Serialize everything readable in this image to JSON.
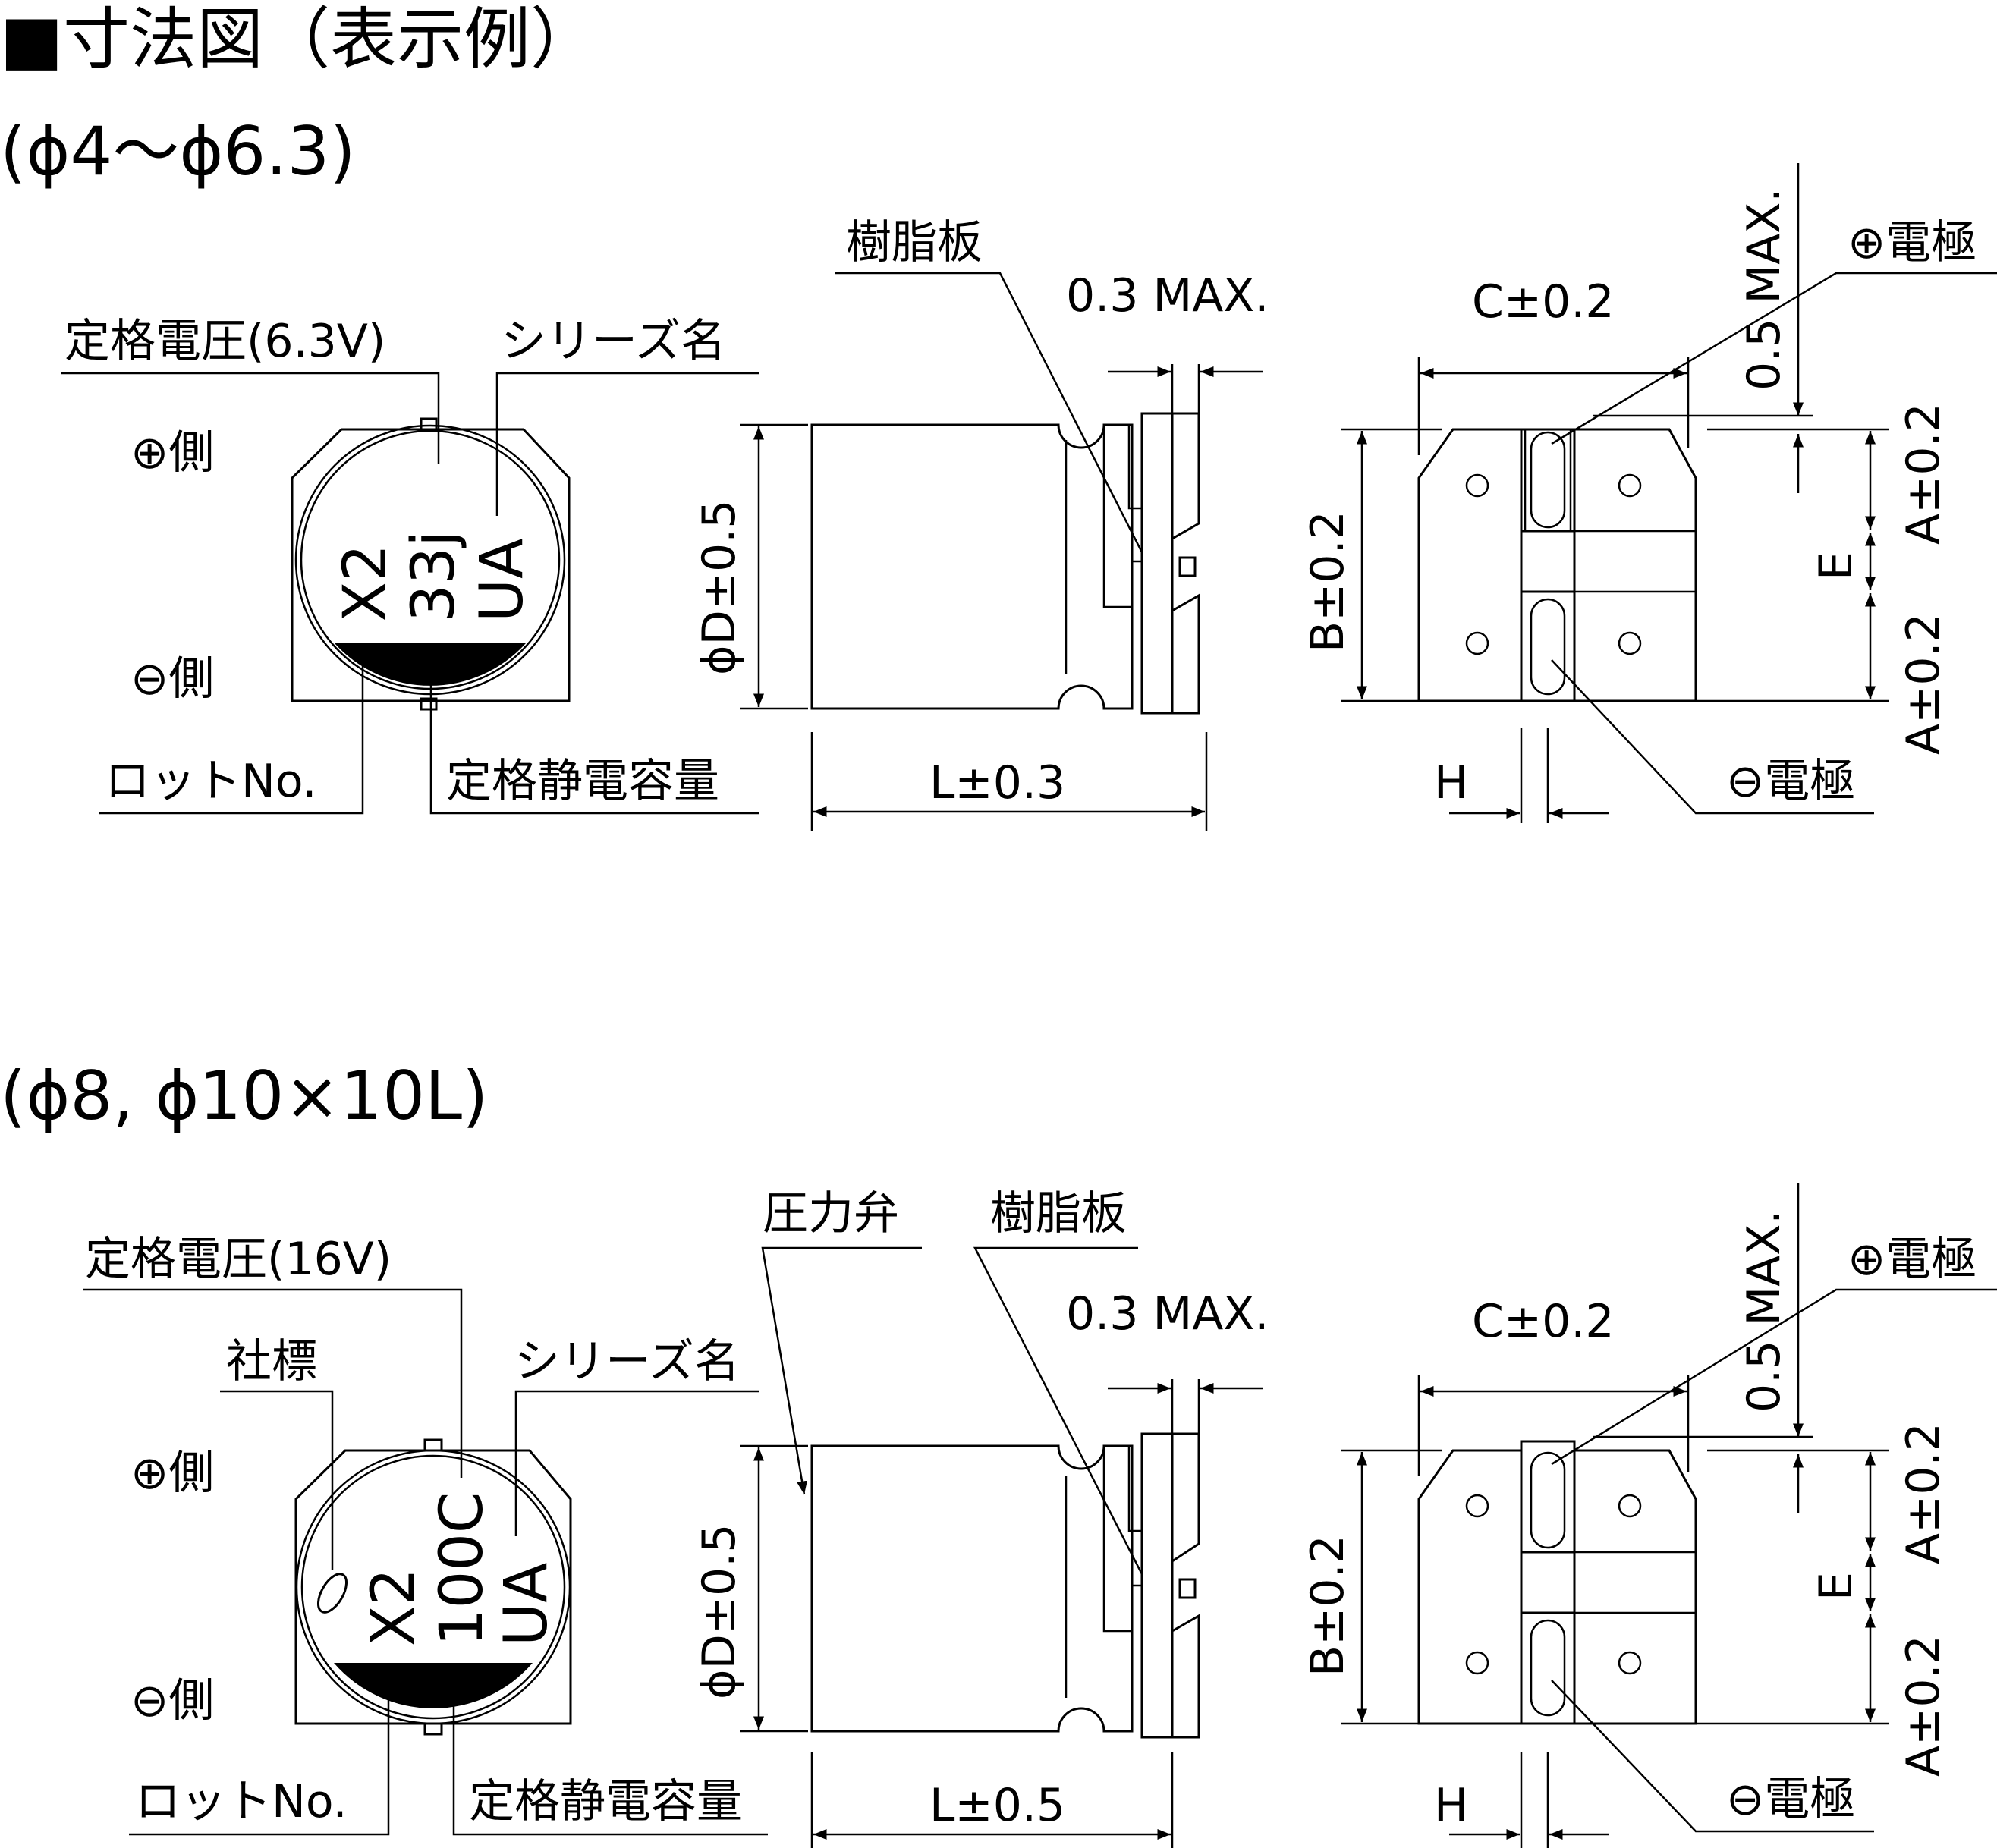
{
  "title": "■寸法図（表示例）",
  "top": {
    "heading": "(ϕ4〜ϕ6.3)",
    "labels": {
      "rated_voltage": "定格電圧(6.3V)",
      "series_name": "シリーズ名",
      "plus_side": "⊕側",
      "minus_side": "⊖側",
      "lot_no": "ロットNo.",
      "capacitance": "定格静電容量",
      "marking_1": "X2",
      "marking_2": "33j",
      "marking_3": "UA",
      "resin_plate": "樹脂板",
      "max_03": "0.3 MAX.",
      "dia": "ϕD±0.5",
      "length": "L±0.3",
      "c_dim": "C±0.2",
      "b_dim": "B±0.2",
      "h_dim": "H",
      "max_05": "0.5 MAX.",
      "plus_electrode": "⊕電極",
      "minus_electrode": "⊖電極",
      "a_dim_1": "A±0.2",
      "a_dim_2": "A±0.2",
      "e_dim": "E"
    }
  },
  "bottom": {
    "heading": "(ϕ8, ϕ10×10L)",
    "labels": {
      "rated_voltage": "定格電圧(16V)",
      "company_mark": "社標",
      "series_name": "シリーズ名",
      "plus_side": "⊕側",
      "minus_side": "⊖側",
      "lot_no": "ロットNo.",
      "capacitance": "定格静電容量",
      "marking_1": "X2",
      "marking_2": "100C",
      "marking_3": "UA",
      "pressure_valve": "圧力弁",
      "resin_plate": "樹脂板",
      "max_03": "0.3 MAX.",
      "dia": "ϕD±0.5",
      "length": "L±0.5",
      "c_dim": "C±0.2",
      "b_dim": "B±0.2",
      "h_dim": "H",
      "max_05": "0.5 MAX.",
      "plus_electrode": "⊕電極",
      "minus_electrode": "⊖電極",
      "a_dim_1": "A±0.2",
      "a_dim_2": "A±0.2",
      "e_dim": "E"
    }
  }
}
